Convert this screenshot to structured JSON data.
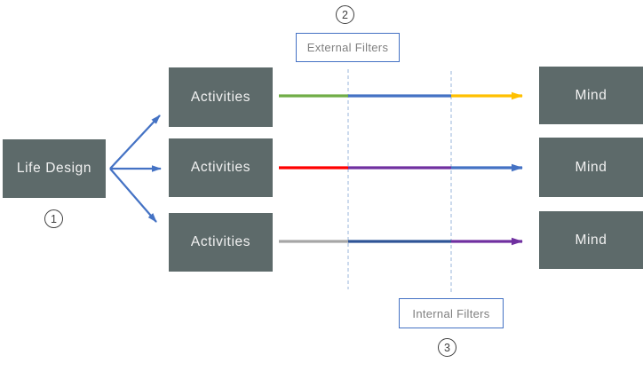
{
  "diagram": {
    "source_box": {
      "label": "Life Design",
      "step": "1"
    },
    "activity_boxes": [
      {
        "label": "Activities"
      },
      {
        "label": "Activities"
      },
      {
        "label": "Activities"
      }
    ],
    "mind_boxes": [
      {
        "label": "Mind"
      },
      {
        "label": "Mind"
      },
      {
        "label": "Mind"
      }
    ],
    "external_filter": {
      "label": "External Filters",
      "step": "2"
    },
    "internal_filter": {
      "label": "Internal Filters",
      "step": "3"
    },
    "colors": {
      "node_bg": "#5D6A6A",
      "node_text": "#F2F2F2",
      "branch_arrow": "#4472C4",
      "row1_segments": [
        "#70AD47",
        "#4472C4",
        "#FFC000"
      ],
      "row2_segments": [
        "#FF0000",
        "#7030A0",
        "#4472C4"
      ],
      "row3_segments": [
        "#A6A6A6",
        "#2F5496",
        "#7030A0"
      ],
      "filter_line": "#A9C2E1",
      "filter_box_border": "#4472C4",
      "filter_box_text": "#7F7F7F",
      "step_number_color": "#404040"
    }
  }
}
